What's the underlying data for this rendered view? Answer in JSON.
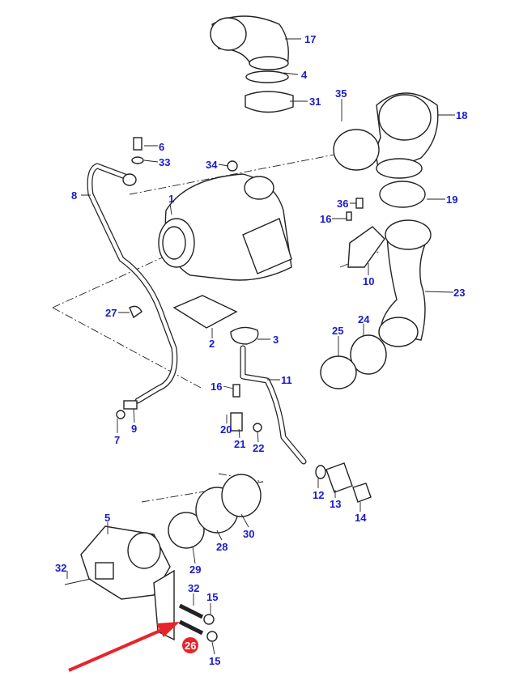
{
  "callouts": {
    "c17": "17",
    "c4": "4",
    "c31": "31",
    "c35": "35",
    "c18": "18",
    "c6": "6",
    "c33": "33",
    "c34": "34",
    "c8": "8",
    "c1": "1",
    "c36": "36",
    "c19": "19",
    "c16a": "16",
    "c10": "10",
    "c23": "23",
    "c27": "27",
    "c24": "24",
    "c25": "25",
    "c3": "3",
    "c2": "2",
    "c11": "11",
    "c16b": "16",
    "c7": "7",
    "c9": "9",
    "c20": "20",
    "c21": "21",
    "c22": "22",
    "c12": "12",
    "c13": "13",
    "c14": "14",
    "c5": "5",
    "c30": "30",
    "c28": "28",
    "c29": "29",
    "c32a": "32",
    "c32b": "32",
    "c15a": "15",
    "c26": "26",
    "c15b": "15"
  },
  "colors": {
    "label": "#1a1acc",
    "highlight": "#e8242b",
    "arrow": "#e8242b"
  },
  "highlighted_part": "26"
}
